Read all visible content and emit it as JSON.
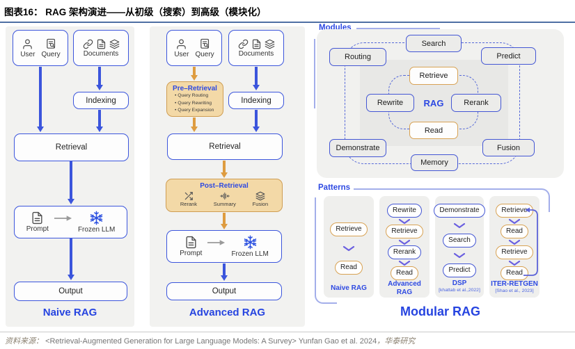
{
  "header": {
    "title": "图表16：  RAG 架构演进——从初级（搜索）到高级（模块化）"
  },
  "colors": {
    "blue": "#3b55dc",
    "orange": "#de9c40",
    "tan_fill": "#f3d9a7",
    "tan_border": "#cf9d52",
    "panel_gray": "#f2f2f0",
    "caption_blue": "#2644e0"
  },
  "naive": {
    "user": "User",
    "query": "Query",
    "documents": "Documents",
    "indexing": "Indexing",
    "retrieval": "Retrieval",
    "prompt": "Prompt",
    "frozen_llm": "Frozen LLM",
    "output": "Output",
    "caption": "Naive RAG"
  },
  "advanced": {
    "user": "User",
    "query": "Query",
    "documents": "Documents",
    "pre_title": "Pre–Retrieval",
    "pre_items": [
      "Query Routing",
      "Query Rewriting",
      "Query Expansion"
    ],
    "indexing": "Indexing",
    "retrieval": "Retrieval",
    "post_title": "Post–Retrieval",
    "post_rerank": "Rerank",
    "post_summary": "Summary",
    "post_fusion": "Fusion",
    "prompt": "Prompt",
    "frozen_llm": "Frozen LLM",
    "output": "Output",
    "caption": "Advanced RAG"
  },
  "modular": {
    "modules_label": "Modules",
    "boxes": {
      "search": "Search",
      "routing": "Routing",
      "predict": "Predict",
      "retrieve": "Retrieve",
      "rewrite": "Rewrite",
      "rag": "RAG",
      "rerank": "Rerank",
      "read": "Read",
      "demonstrate": "Demonstrate",
      "memory": "Memory",
      "fusion": "Fusion"
    },
    "patterns_label": "Patterns",
    "patterns": [
      {
        "caption": "Naive RAG",
        "cite": "",
        "steps": [
          "Retrieve",
          "Read"
        ]
      },
      {
        "caption": "Advanced RAG",
        "cite": "",
        "steps": [
          "Rewrite",
          "Retrieve",
          "Rerank",
          "Read"
        ]
      },
      {
        "caption": "DSP",
        "cite": "[khattab et al.,2022]",
        "steps": [
          "Demonstrate",
          "Search",
          "Predict"
        ]
      },
      {
        "caption": "ITER-RETGEN",
        "cite": "[Shao et al., 2023]",
        "steps": [
          "Retrieve",
          "Read",
          "Retrieve",
          "Read"
        ]
      }
    ],
    "caption": "Modular RAG"
  },
  "footer": {
    "prefix": "资料来源：",
    "source": "<Retrieval-Augmented Generation for Large Language Models: A Survey> Yunfan Gao et al. 2024",
    "suffix": "，华泰研究"
  }
}
